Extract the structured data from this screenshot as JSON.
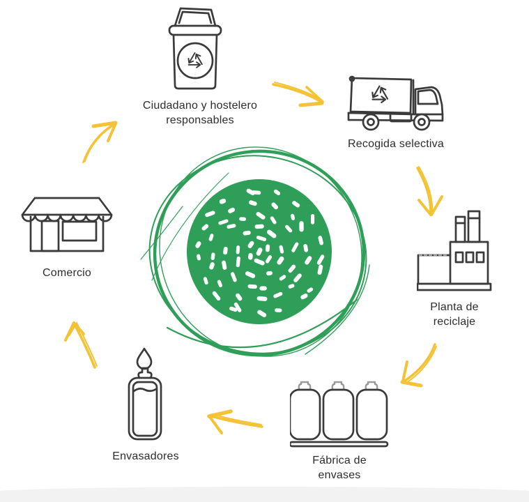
{
  "diagram": {
    "type": "cycle",
    "language": "es",
    "colors": {
      "green": "#2f9e58",
      "yellow": "#f4c235",
      "ink": "#3a3a3a",
      "band": "#f2f2f3",
      "text": "#2d2d2d"
    },
    "center": {
      "icon": "scribble-circle-icon"
    },
    "nodes": [
      {
        "id": "ciudadano-hostelero",
        "icon": "recycle-bin-icon",
        "label": "Ciudadano y hostelero responsables",
        "label_lines": [
          "Ciudadano y hostelero",
          "responsables"
        ]
      },
      {
        "id": "recogida-selectiva",
        "icon": "garbage-truck-icon",
        "label": "Recogida selectiva",
        "label_lines": [
          "Recogida selectiva"
        ]
      },
      {
        "id": "planta-reciclaje",
        "icon": "recycling-plant-icon",
        "label": "Planta de reciclaje",
        "label_lines": [
          "Planta de",
          "reciclaje"
        ]
      },
      {
        "id": "fabrica-envases",
        "icon": "glass-bottles-icon",
        "label": "Fábrica de envases",
        "label_lines": [
          "Fábrica de",
          "envases"
        ]
      },
      {
        "id": "envasadores",
        "icon": "bottle-filling-icon",
        "label": "Envasadores",
        "label_lines": [
          "Envasadores"
        ]
      },
      {
        "id": "comercio",
        "icon": "storefront-icon",
        "label": "Comercio",
        "label_lines": [
          "Comercio"
        ]
      }
    ],
    "arrows": [
      {
        "id": "ciudadano-to-recogida",
        "from": "ciudadano-hostelero",
        "to": "recogida-selectiva"
      },
      {
        "id": "recogida-to-planta",
        "from": "recogida-selectiva",
        "to": "planta-reciclaje"
      },
      {
        "id": "planta-to-fabrica",
        "from": "planta-reciclaje",
        "to": "fabrica-envases"
      },
      {
        "id": "fabrica-to-envasadores",
        "from": "fabrica-envases",
        "to": "envasadores"
      },
      {
        "id": "envasadores-to-comercio",
        "from": "envasadores",
        "to": "comercio"
      },
      {
        "id": "comercio-to-ciudadano",
        "from": "comercio",
        "to": "ciudadano-hostelero"
      }
    ]
  }
}
